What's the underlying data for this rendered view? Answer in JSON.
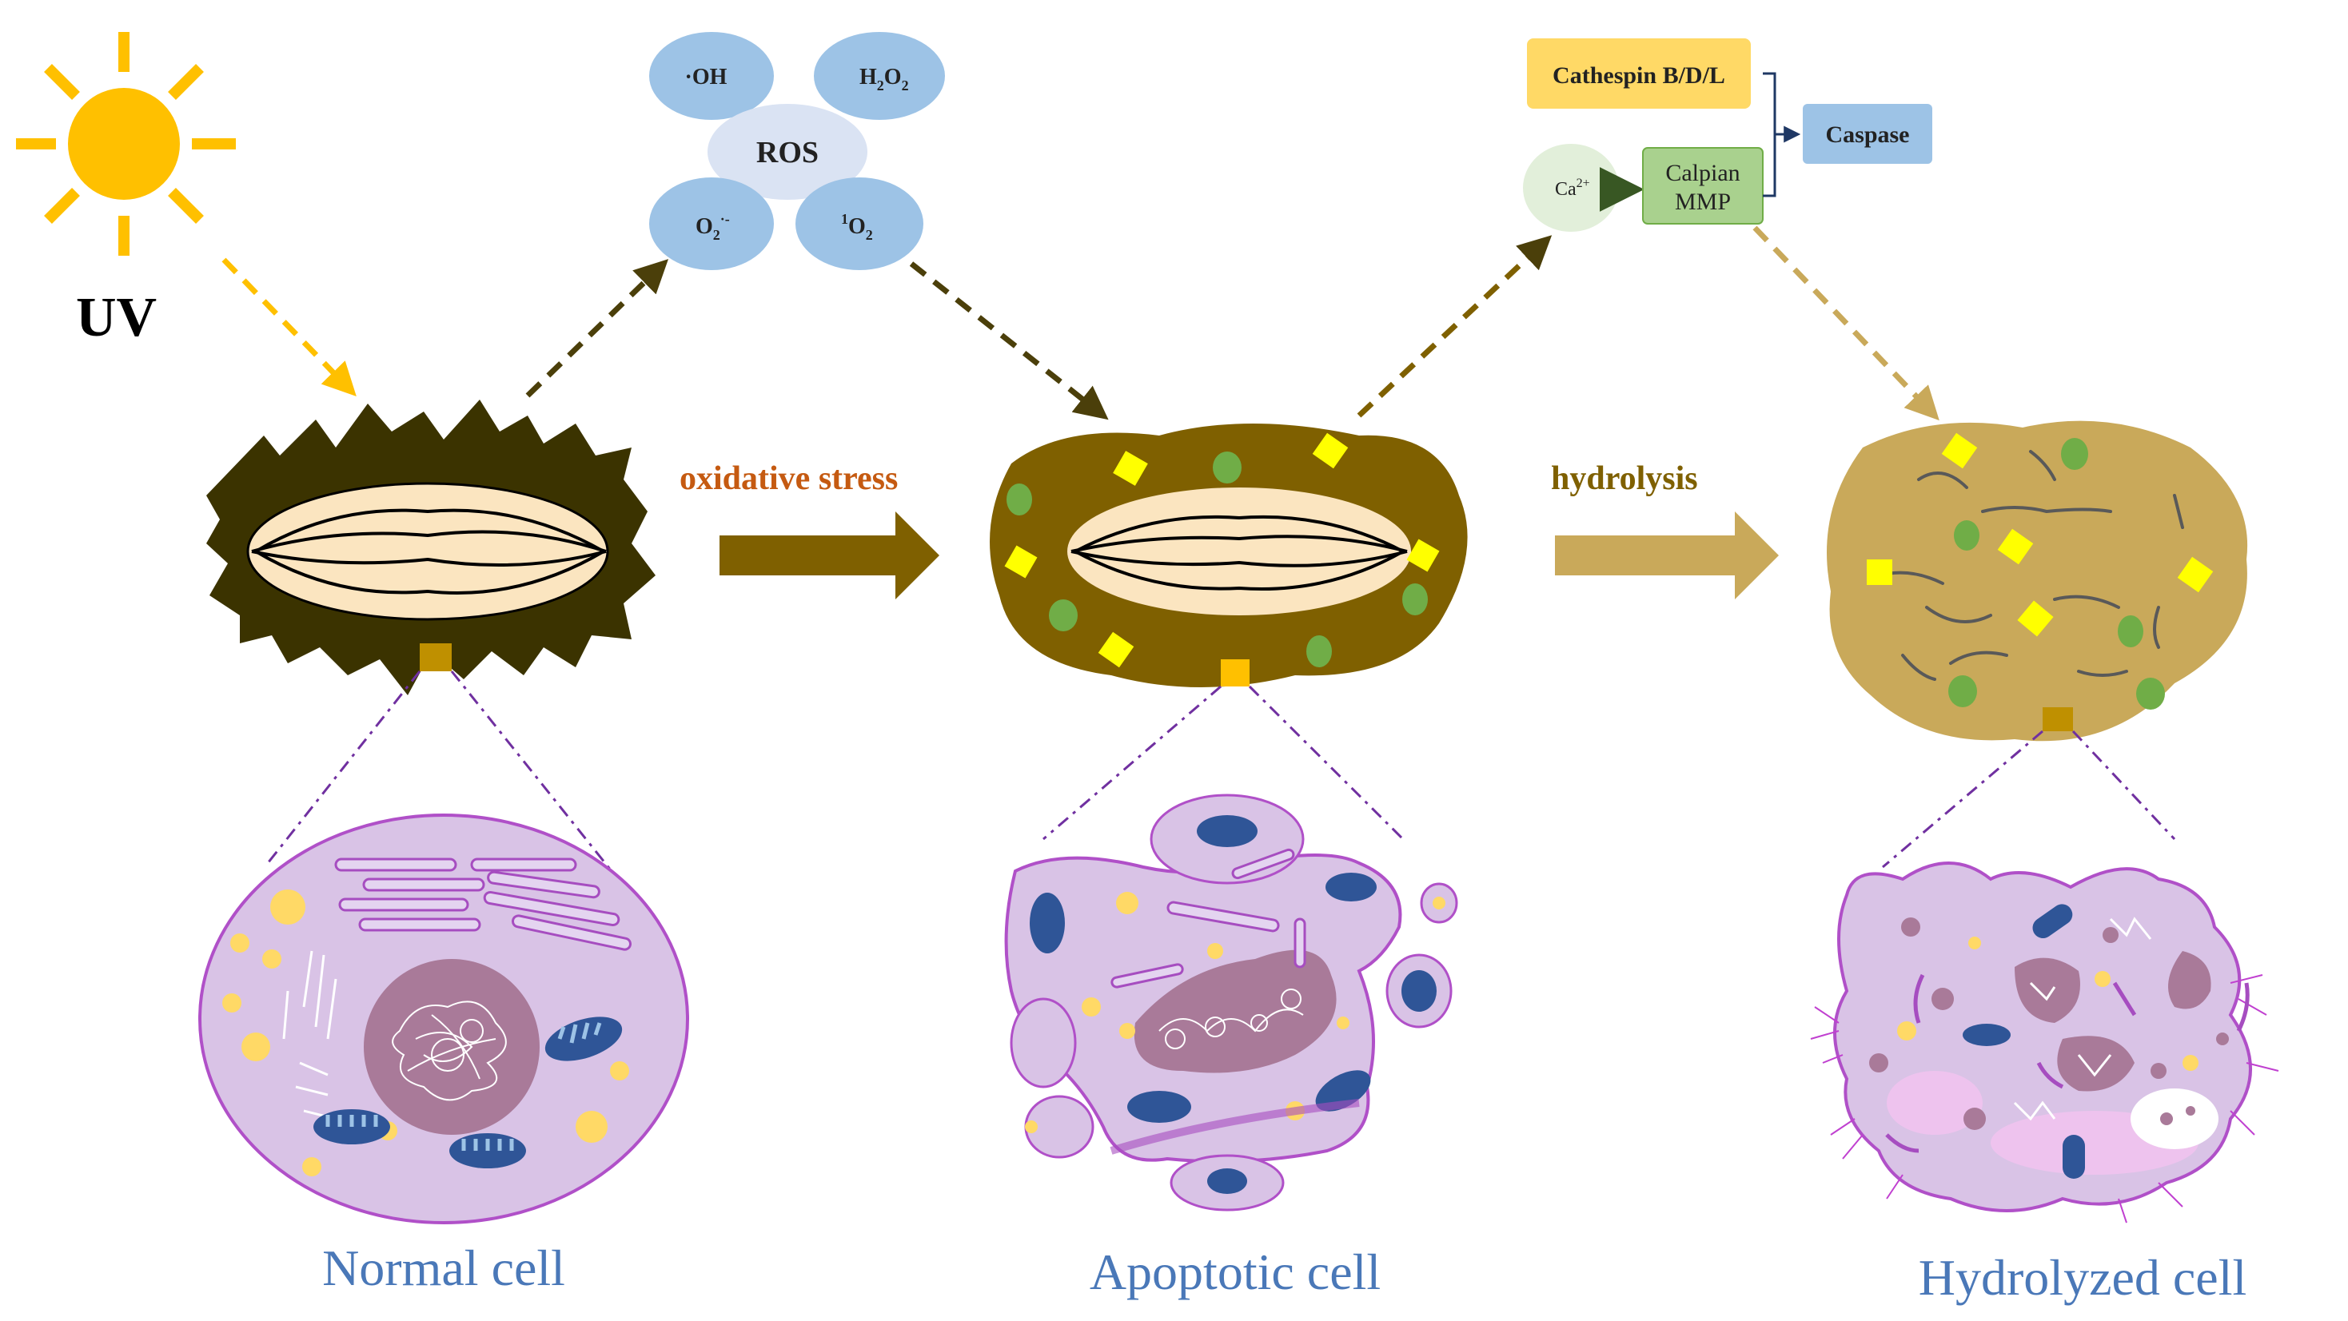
{
  "sun": {
    "label": "UV"
  },
  "ros": {
    "center": "ROS",
    "species": {
      "oh": "·OH",
      "h2o2_main": "H",
      "h2o2_sub": "2",
      "h2o2_main2": "O",
      "h2o2_sub2": "2",
      "o2_main": "O",
      "o2_sub": "2",
      "o2_sup": "·-",
      "singlet_sup": "1",
      "singlet_main": "O",
      "singlet_sub": "2"
    }
  },
  "pathway": {
    "cathepsin": "Cathespin B/D/L",
    "calcium_main": "Ca",
    "calcium_sup": "2+",
    "calpain_line1": "Calpian",
    "calpain_line2": "MMP",
    "caspase": "Caspase"
  },
  "steps": {
    "oxidative": "oxidative stress",
    "hydrolysis": "hydrolysis"
  },
  "cells": {
    "normal": "Normal cell",
    "apoptotic": "Apoptotic cell",
    "hydrolyzed": "Hydrolyzed cell"
  },
  "colors": {
    "sun": "#ffc000",
    "ros_bubble": "#9dc3e6",
    "ros_center": "#dae3f3",
    "cathepsin_box": "#ffd966",
    "calpain_box": "#a9d18e",
    "caspase_box": "#9dc3e6",
    "oxidative_text": "#c55a11",
    "hydrolysis_text": "#7f6000",
    "normal_body": "#3b3300",
    "apoptotic_body": "#7f6000",
    "hydrolyzed_body": "#c9a95a",
    "cell_fill": "#d9c3e6",
    "cell_border": "#b050c8",
    "cell_label": "#4a78b8"
  }
}
